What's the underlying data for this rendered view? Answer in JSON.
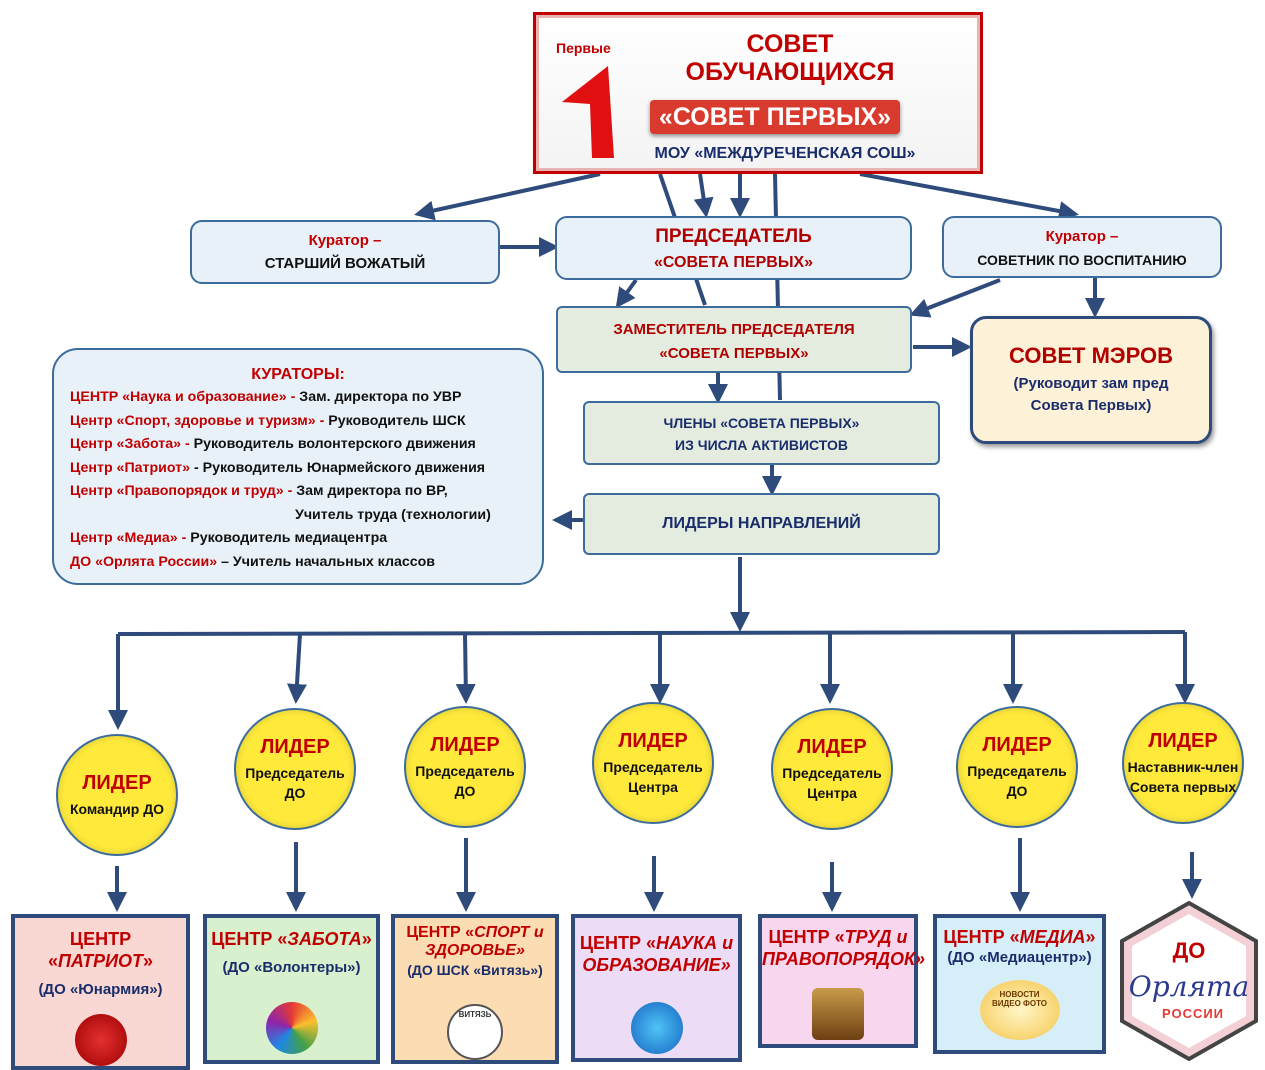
{
  "header": {
    "logo_word": "Первые",
    "title_line1": "СОВЕТ",
    "title_line2": "ОБУЧАЮЩИХСЯ",
    "title_badge": "«СОВЕТ ПЕРВЫХ»",
    "school": "МОУ «МЕЖДУРЕЧЕНСКАЯ СОШ»"
  },
  "curator_left": {
    "role": "Куратор –",
    "name": "СТАРШИЙ ВОЖАТЫЙ"
  },
  "chairman": {
    "line1": "ПРЕДСЕДАТЕЛЬ",
    "line2": "«СОВЕТА ПЕРВЫХ»"
  },
  "curator_right": {
    "role": "Куратор –",
    "name": "СОВЕТНИК ПО ВОСПИТАНИЮ"
  },
  "deputy": {
    "line1": "ЗАМЕСТИТЕЛЬ ПРЕДСЕДАТЕЛЯ",
    "line2": "«СОВЕТА ПЕРВЫХ»"
  },
  "mayors": {
    "title": "СОВЕТ МЭРОВ",
    "line1": "(Руководит зам пред",
    "line2": "Совета Первых)"
  },
  "members": {
    "line1": "ЧЛЕНЫ «СОВЕТА ПЕРВЫХ»",
    "line2": "ИЗ ЧИСЛА АКТИВИСТОВ"
  },
  "leaders_dir": "ЛИДЕРЫ НАПРАВЛЕНИЙ",
  "curators": {
    "title": "КУРАТОРЫ:",
    "items": [
      {
        "center": "ЦЕНТР «Наука и образование» -",
        "desc": " Зам. директора  по УВР"
      },
      {
        "center": "Центр «Спорт, здоровье и туризм» -",
        "desc": " Руководитель ШСК"
      },
      {
        "center": "Центр «Забота» -",
        "desc": " Руководитель волонтерского движения"
      },
      {
        "center": "Центр «Патриот»",
        "desc": " - Руководитель Юнармейского движения"
      },
      {
        "center": "Центр «Правопорядок и труд» -",
        "desc": "  Зам директора по ВР,"
      },
      {
        "center": "",
        "desc": "Учитель труда (технологии)"
      },
      {
        "center": "Центр «Медиа» -",
        "desc": " Руководитель медиацентра"
      },
      {
        "center": "ДО «Орлята России»",
        "desc": " – Учитель начальных классов"
      }
    ]
  },
  "leaders": [
    {
      "title": "ЛИДЕР",
      "l1": "Командир ДО",
      "l2": ""
    },
    {
      "title": "ЛИДЕР",
      "l1": "Председатель",
      "l2": "ДО"
    },
    {
      "title": "ЛИДЕР",
      "l1": "Председатель",
      "l2": "ДО"
    },
    {
      "title": "ЛИДЕР",
      "l1": "Председатель",
      "l2": "Центра"
    },
    {
      "title": "ЛИДЕР",
      "l1": "Председатель",
      "l2": "Центра"
    },
    {
      "title": "ЛИДЕР",
      "l1": "Председатель",
      "l2": "ДО"
    },
    {
      "title": "ЛИДЕР",
      "l1": "Наставник-член",
      "l2": "Совета первых"
    }
  ],
  "centers": [
    {
      "a": "ЦЕНТР «",
      "b": "ПАТРИОТ",
      "c": "»",
      "d": "",
      "sub": "(ДО «Юнармия»)",
      "bg": "#f9d8d3"
    },
    {
      "a": "ЦЕНТР «",
      "b": "ЗАБОТА",
      "c": "»",
      "d": "",
      "sub": "(ДО «Волонтеры»)",
      "bg": "#d9f0cf"
    },
    {
      "a": "ЦЕНТР «",
      "b": "СПОРТ и",
      "c": "",
      "d": "ЗДОРОВЬЕ»",
      "sub": "(ДО ШСК «Витязь»)",
      "bg": "#fbdcb3"
    },
    {
      "a": "ЦЕНТР «",
      "b": "НАУКА и",
      "c": "",
      "d": "ОБРАЗОВАНИЕ»",
      "sub": "",
      "bg": "#ecdcf5"
    },
    {
      "a": "ЦЕНТР «",
      "b": "ТРУД и",
      "c": "",
      "d": "ПРАВОПОРЯДОК»",
      "sub": "",
      "bg": "#f8d6ee"
    },
    {
      "a": "ЦЕНТР «",
      "b": "МЕДИА",
      "c": "»",
      "d": "",
      "sub": "(ДО «Медиацентр»)",
      "bg": "#d6eef8"
    }
  ],
  "hex": {
    "label": "ДО",
    "logo_top": "Орлята",
    "logo_bottom": "РОССИИ"
  },
  "media_icon": {
    "w1": "НОВОСТИ",
    "w2": "ФОТО",
    "w3": "ВИДЕО"
  },
  "vityaz": "ВИТЯЗЬ",
  "colors": {
    "accent_red": "#c00000",
    "navy": "#1a2d6b",
    "circle_yellow": "#ffea3c",
    "box_blue": "#e8f1f8"
  }
}
